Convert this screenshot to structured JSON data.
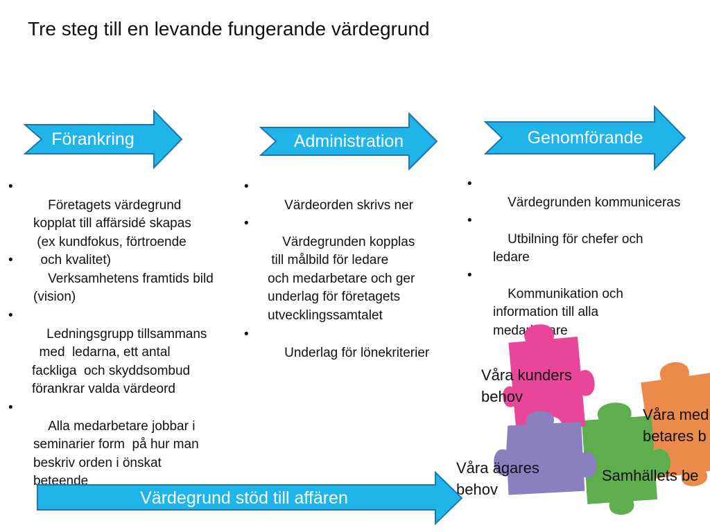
{
  "title": "Tre steg till en levande fungerande värdegrund",
  "colors": {
    "arrow": "#1fb4ea",
    "arrow_border": "#1a78b0",
    "pink": "#e9469a",
    "purple": "#8a7fbf",
    "green": "#5fae4d",
    "orange": "#ec8a4c"
  },
  "steps": [
    {
      "label": "Förankring",
      "bullets": [
        "Företagets värdegrund\nkopplat till affärsidé skapas\n (ex kundfokus, förtroende\n  och kvalitet)",
        "Verksamhetens framtids bild\n(vision)",
        "Ledningsgrupp tillsammans\n  med  ledarna, ett antal\nfackliga  och skyddsombud\nförankrar valda värdeord",
        "Alla medarbetare jobbar i\nseminarier form  på hur man\nbeskriv orden i önskat\nbeteende"
      ]
    },
    {
      "label": "Administration",
      "bullets": [
        "Värdeorden skrivs ner",
        "Värdegrunden kopplas\n till målbild för ledare\noch medarbetare och ger\nunderlag för företagets\nutvecklingssamtalet",
        "Underlag för lönekriterier"
      ]
    },
    {
      "label": "Genomförande",
      "bullets": [
        "Värdegrunden kommuniceras",
        "Utbilning för chefer och\nledare",
        "Kommunikation och\ninformation till alla\nmedarbetare"
      ]
    }
  ],
  "bottom_arrow": "Värdegrund stöd till affären",
  "puzzle_labels": {
    "pink": "Våra kunders\nbehov",
    "orange": "Våra med\nbetares b",
    "purple": "Våra ägares\nbehov",
    "green": "Samhällets be"
  }
}
